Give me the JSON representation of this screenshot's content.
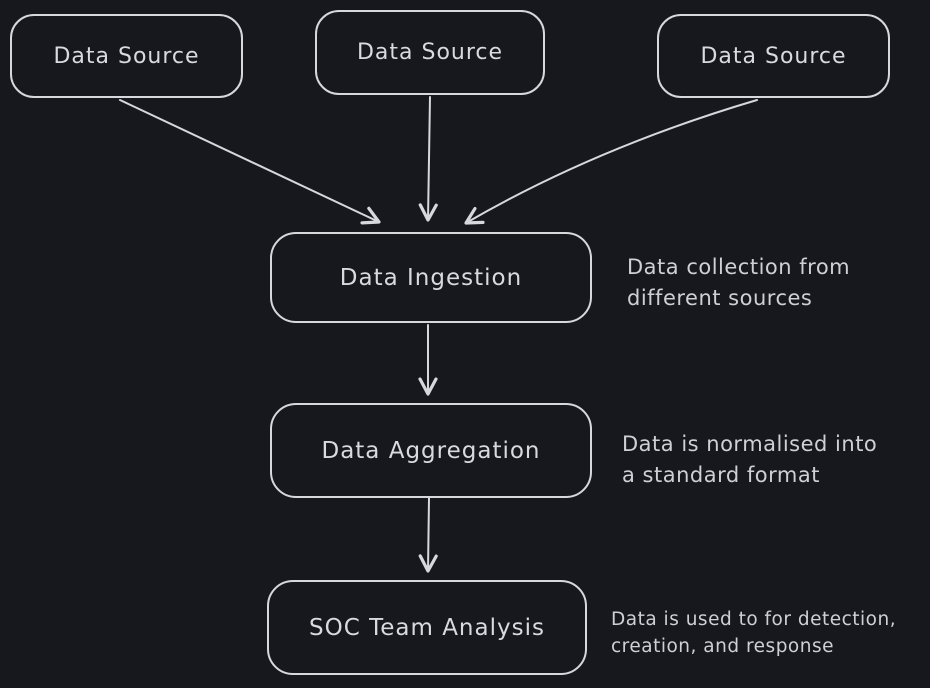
{
  "diagram": {
    "background_color": "#16181d",
    "stroke_color": "#d6d8db",
    "node_text_color": "#d8dadd",
    "annotation_text_color": "#ced0d4",
    "nodes": [
      {
        "id": "data-source-1",
        "label": "Data Source"
      },
      {
        "id": "data-source-2",
        "label": "Data Source"
      },
      {
        "id": "data-source-3",
        "label": "Data Source"
      },
      {
        "id": "data-ingestion",
        "label": "Data Ingestion"
      },
      {
        "id": "data-aggregation",
        "label": "Data Aggregation"
      },
      {
        "id": "soc-team-analysis",
        "label": "SOC Team Analysis"
      }
    ],
    "annotations": [
      {
        "for": "data-ingestion",
        "text": "Data collection from\ndifferent sources"
      },
      {
        "for": "data-aggregation",
        "text": "Data is normalised into\na standard format"
      },
      {
        "for": "soc-team-analysis",
        "text": "Data is used to for detection,\ncreation, and response"
      }
    ],
    "edges": [
      {
        "from": "data-source-1",
        "to": "data-ingestion"
      },
      {
        "from": "data-source-2",
        "to": "data-ingestion"
      },
      {
        "from": "data-source-3",
        "to": "data-ingestion"
      },
      {
        "from": "data-ingestion",
        "to": "data-aggregation"
      },
      {
        "from": "data-aggregation",
        "to": "soc-team-analysis"
      }
    ]
  }
}
